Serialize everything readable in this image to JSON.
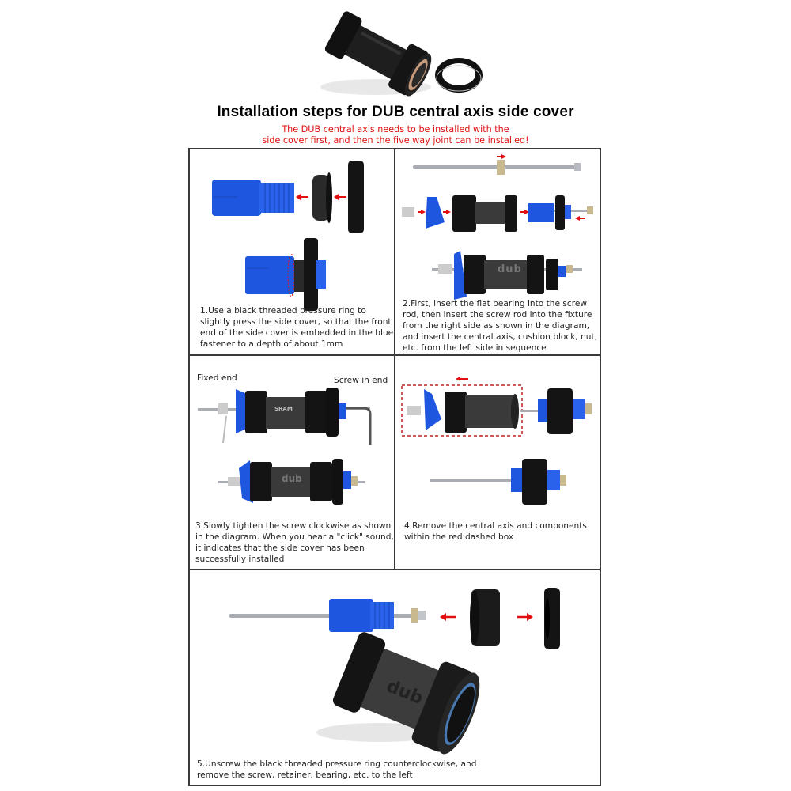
{
  "header": {
    "title": "Installation steps for DUB central axis side cover",
    "subtitle_line1": "The DUB central axis needs to be installed with the",
    "subtitle_line2": "side cover first, and then the five way joint can be installed!"
  },
  "colors": {
    "accent_red": "#e01010",
    "tool_blue": "#1f56e0",
    "part_black": "#141414",
    "border": "#3a3a3a"
  },
  "steps": [
    {
      "number": 1,
      "lines": [
        "1.Use a black threaded pressure ring to",
        "slightly press the side cover, so that the front",
        "end of the side cover is embedded in the blue",
        "fastener to a depth of about 1mm"
      ]
    },
    {
      "number": 2,
      "lines": [
        "2.First, insert the flat bearing into the screw",
        "rod, then insert the screw rod into the fixture",
        "from the right side as shown in the diagram,",
        "and insert the central axis, cushion block, nut,",
        "etc. from the left side in sequence"
      ]
    },
    {
      "number": 3,
      "labels": {
        "left": "Fixed end",
        "right": "Screw in end"
      },
      "lines": [
        "3.Slowly tighten the screw clockwise as shown",
        "in the diagram. When you hear a \"click\" sound,",
        "it indicates that the side cover has been",
        "successfully installed"
      ]
    },
    {
      "number": 4,
      "lines": [
        "4.Remove the central axis and components",
        "within the red dashed box"
      ]
    },
    {
      "number": 5,
      "lines": [
        "5.Unscrew the black threaded pressure ring counterclockwise, and",
        "remove the screw, retainer, bearing, etc. to the left"
      ]
    }
  ],
  "product_marks": {
    "dub": "dub",
    "sram": "SRAM"
  }
}
